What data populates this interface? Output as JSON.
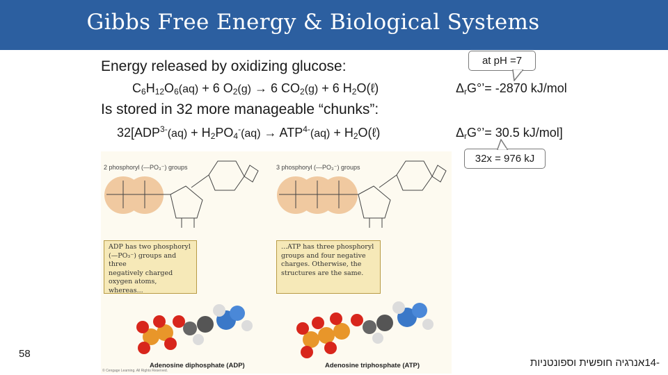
{
  "header": {
    "title": "Gibbs Free Energy & Biological Systems"
  },
  "body": {
    "energy_line": "Energy released by oxidizing glucose:",
    "stored_line": "Is stored in 32 more manageable “chunks”:",
    "eq1": {
      "c": "C",
      "c_sub": "6",
      "h": "H",
      "h_sub": "12",
      "o": "O",
      "o_sub": "6",
      "aq": "(aq)",
      "plus_o2": " + 6 O",
      "o2_sub": "2",
      "g1": "(g)",
      "arrow_co2": " →  6 CO",
      "co2_sub": "2",
      "g2": "(g)",
      "plus_h2o": " + 6 H",
      "h2o_sub": "2",
      "o_l": "O(ℓ)"
    },
    "eq2": {
      "coef_adp": "32[ADP",
      "adp_sup": "3-",
      "aq1": "(aq)",
      "plus_h": " + H",
      "h_sub": "2",
      "po": "PO",
      "po_sub": "4",
      "po_sup": "-",
      "aq2": "(aq)",
      "arrow_atp": " → ATP",
      "atp_sup": "4-",
      "aq3": "(aq)",
      "plus_h2": " + H",
      "h2_sub": "2",
      "o_l": "O(ℓ)"
    },
    "dg1": {
      "delta": "Δ",
      "r": "r",
      "rest": "G°’= -2870 kJ/mol"
    },
    "dg2": {
      "delta": "Δ",
      "r": "r",
      "rest": "G°’= 30.5 kJ/mol]"
    }
  },
  "callouts": {
    "ph": "at pH =7",
    "total": "32x = 976 kJ"
  },
  "figure": {
    "left_head": "2 phosphoryl (—PO₃⁻) groups",
    "right_head": "3 phosphoryl (—PO₃⁻) groups",
    "left_box": [
      "ADP has two phosphoryl",
      "(—PO₃⁻) groups and three",
      "negatively charged",
      "oxygen atoms, whereas..."
    ],
    "right_box": [
      "...ATP has three phosphoryl",
      "groups and four negative",
      "charges. Otherwise, the",
      "structures are the same."
    ],
    "left_caption": "Adenosine diphosphate (ADP)",
    "right_caption": "Adenosine triphosphate (ATP)",
    "copyright": "© Cengage Learning. All Rights Reserved."
  },
  "footer": {
    "page_number": "58",
    "hebrew_title": "אנרגיה חופשית וספונטניות",
    "lecture_number": "-14"
  },
  "colors": {
    "title_bar": "#2c5fa0",
    "phosphate_highlight": "#f0c9a0",
    "phosphorus_atom": "#e8962a",
    "oxygen_atom": "#d8261c",
    "nitrogen_atom": "#3a78c8"
  }
}
